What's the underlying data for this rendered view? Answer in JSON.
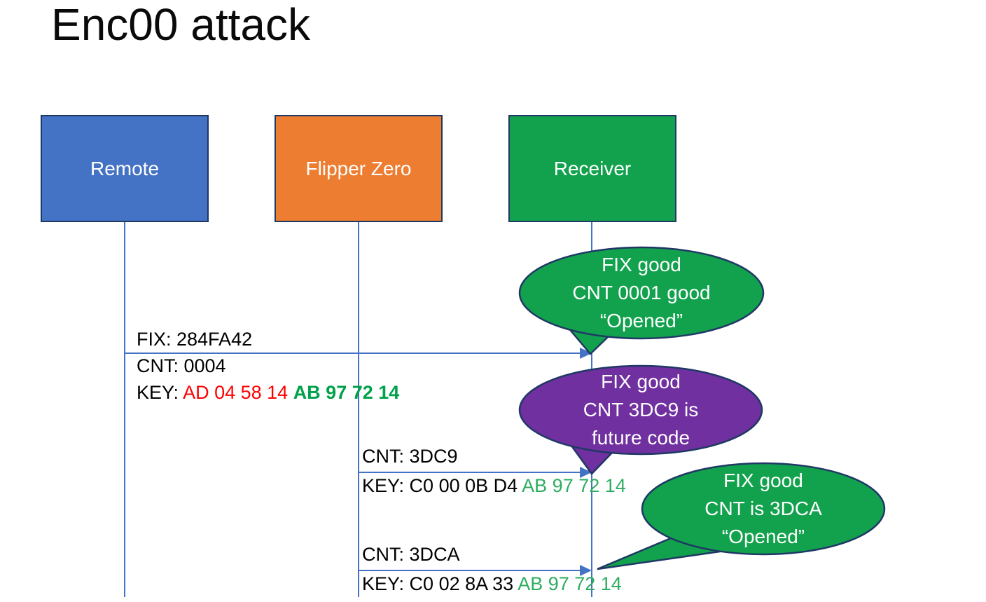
{
  "title": "Enc00 attack",
  "colors": {
    "actor_remote": "#4472C4",
    "actor_flipper": "#ED7D31",
    "actor_receiver": "#12A24D",
    "callout_green": "#12A24D",
    "callout_purple": "#7030A0",
    "outline_navy": "#1F3864",
    "line_blue": "#4472C4",
    "key_red": "#FF0000",
    "key_green_bold": "#00A14B",
    "key_green": "#2EAD60"
  },
  "actors": [
    {
      "label": "Remote"
    },
    {
      "label": "Flipper Zero"
    },
    {
      "label": "Receiver"
    }
  ],
  "messages": [
    {
      "fix": "FIX: 284FA42",
      "cnt": "CNT: 0004",
      "key_prefix": "KEY: ",
      "key_red": "AD 04 58 14 ",
      "key_green": "AB 97 72 14"
    },
    {
      "cnt": "CNT: 3DC9",
      "key_prefix": "KEY: ",
      "key_black": "C0 00 0B D4 ",
      "key_green": "AB 97 72 14"
    },
    {
      "cnt": "CNT: 3DCA",
      "key_prefix": "KEY: ",
      "key_black": "C0 02 8A 33 ",
      "key_green": "AB 97 72 14"
    }
  ],
  "callouts": [
    {
      "line1": "FIX good",
      "line2": "CNT 0001 good",
      "line3": "“Opened”",
      "color": "#12A24D"
    },
    {
      "line1": "FIX good",
      "line2": "CNT 3DC9 is",
      "line3": "future code",
      "color": "#7030A0"
    },
    {
      "line1": "FIX good",
      "line2": "CNT is 3DCA",
      "line3": "“Opened”",
      "color": "#12A24D"
    }
  ]
}
